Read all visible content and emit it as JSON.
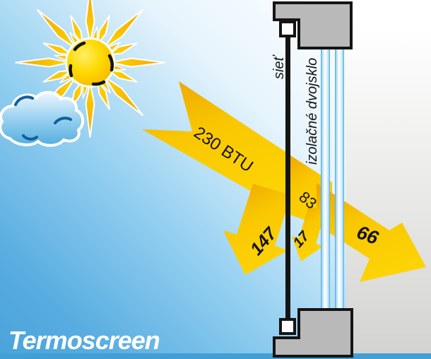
{
  "brand": "Termoscreen",
  "diagram": {
    "incoming_label": "230 BTU",
    "screen_label": "sieť",
    "glazing_label": "izolačné dvojsklo",
    "reflected_by_screen": "147",
    "passing_screen": "83",
    "reflected_by_glazing": "17",
    "transmitted_inside": "66"
  },
  "colors": {
    "arrow_yellow": "#f9c701",
    "arrow_orange": "#eca402",
    "sky_blue": "#55abdf",
    "glass_blue": "#4aa6dc",
    "frame_gray": "#b9b9b9",
    "screen_black": "#141414",
    "brand_white": "#ffffff",
    "interior_gray": "#d4d4d2"
  }
}
